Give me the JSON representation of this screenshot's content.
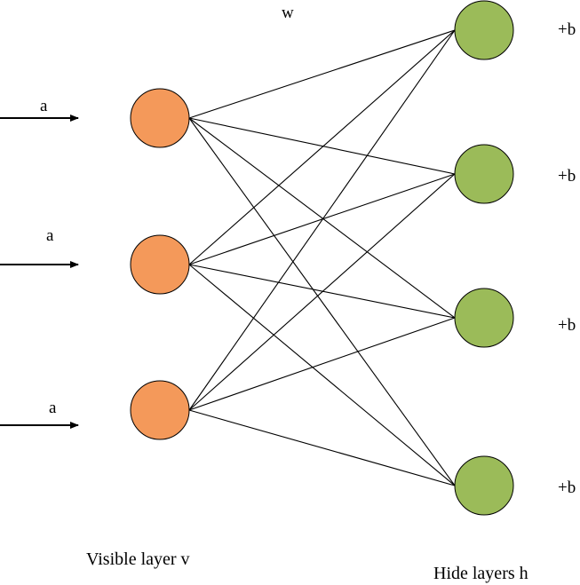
{
  "weight_label": "w",
  "inputs": [
    {
      "label": "a"
    },
    {
      "label": "a"
    },
    {
      "label": "a"
    }
  ],
  "visible_layer": {
    "label": "Visible layer v",
    "node_count": 3,
    "node_color": "#f4995a"
  },
  "hidden_layer": {
    "label": "Hide layers h",
    "node_count": 4,
    "node_color": "#9bbb59",
    "bias_labels": [
      "+b",
      "+b",
      "+b",
      "+b"
    ]
  },
  "connection": "fully-connected"
}
